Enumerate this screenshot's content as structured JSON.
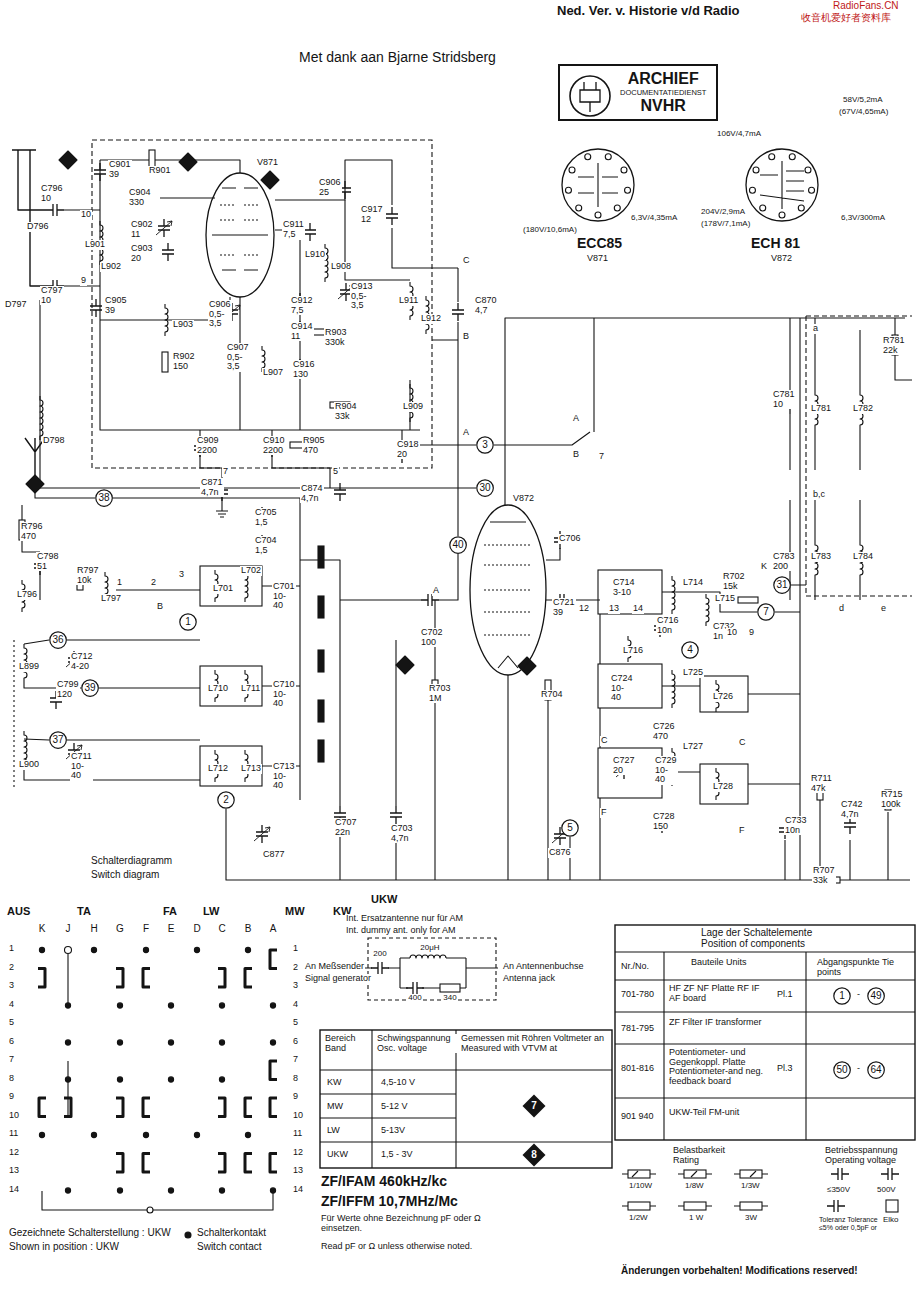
{
  "diagram": {
    "nodes": [
      {
        "text": [
          "ARCHIEF",
          "DOCUMENTATIEDIENST",
          "NVHR"
        ]
      },
      {
        "text": [
          "38"
        ]
      },
      {
        "text": [
          "36"
        ]
      },
      {
        "text": [
          "39"
        ]
      },
      {
        "text": [
          "37"
        ]
      },
      {
        "text": [
          "1"
        ]
      },
      {
        "text": [
          "2"
        ]
      },
      {
        "text": [
          "40"
        ]
      },
      {
        "text": [
          "3"
        ]
      },
      {
        "text": [
          "30"
        ]
      },
      {
        "text": [
          "7"
        ]
      },
      {
        "text": [
          "31"
        ]
      },
      {
        "text": [
          "4"
        ]
      },
      {
        "text": [
          "5"
        ]
      },
      {
        "text": [
          "1"
        ]
      },
      {
        "text": [
          "49"
        ]
      },
      {
        "text": [
          "50"
        ]
      },
      {
        "text": [
          "64"
        ]
      },
      {
        "text": [
          "7"
        ]
      },
      {
        "text": [
          "8"
        ]
      }
    ],
    "labels": [
      "Ned. Ver. v. Historie v/d Radio",
      "Met dank aan Bjarne Stridsberg",
      "RadioFans.CN",
      "收音机爱好者资料库",
      "ECC85",
      "V871",
      "ECH 81",
      "V872",
      "(180V/10,6mA)",
      "6,3V/4,35mA",
      "106V/4,7mA",
      "58V/5,2mA",
      "(67V/4,65mA)",
      "204V/2,9mA",
      "(178V/7,1mA)",
      "6,3V/300mA",
      "C901 39",
      "R901",
      "C904 330",
      "C902 11",
      "C903 20",
      "L901",
      "L902",
      "C905 39",
      "L903",
      "R902 150",
      "V871",
      "C906 25",
      "C917 12",
      "C911 7,5",
      "L910",
      "L908",
      "C913 0,5-3,5",
      "C906 0,5-3,5",
      "C912 7,5",
      "C914 11",
      "R903 330k",
      "C907 0,5-3,5",
      "L907",
      "C916 130",
      "R904 33k",
      "L911",
      "L912",
      "C870 4,7",
      "L909",
      "C918 20",
      "R905 470",
      "C909 2200",
      "C910 2200",
      "C871 4,7n",
      "C874 4,7n",
      "C796 10",
      "C797 10",
      "D796",
      "D797",
      "D798",
      "10",
      "9",
      "C",
      "B",
      "A",
      "7",
      "5",
      "R796 470",
      "C798 51",
      "L796",
      "R797 10k",
      "L797",
      "1",
      "2",
      "3",
      "B",
      "L701",
      "L702",
      "C701 10-40",
      "C705 1,5",
      "C704 1,5",
      "L899",
      "C712 4-20",
      "C799 120",
      "L710",
      "L711",
      "C710 10-40",
      "L900",
      "C711 10-40",
      "L712",
      "L713",
      "C713 10-40",
      "C877",
      "C707 22n",
      "C703 4,7n",
      "C702 100",
      "R703 1M",
      "V872",
      "C721 39",
      "C706",
      "R704",
      "C714 3-10",
      "L714",
      "L715",
      "C716 10n",
      "C732 1n",
      "L716",
      "R702 15k",
      "L725",
      "C724 10-40",
      "C726 470",
      "L726",
      "C729 10-40",
      "C727 20",
      "L727",
      "L728",
      "C728 150",
      "C876",
      "C733 10n",
      "R711 47k",
      "C742 4,7n",
      "R715 100k",
      "R707 33k",
      "C781 10",
      "L781",
      "L782",
      "R781 22k",
      "C783 200",
      "L783",
      "L784",
      "a",
      "b,c",
      "d",
      "e",
      "K",
      "A",
      "B",
      "7",
      "A",
      "12",
      "13",
      "14",
      "C",
      "F",
      "10",
      "9",
      "C",
      "F",
      "Schalterdiagramm",
      "Switch diagram",
      "AUS",
      "TA",
      "FA",
      "LW",
      "MW",
      "KW",
      "UKW",
      "K",
      "J",
      "H",
      "G",
      "F",
      "E",
      "D",
      "C",
      "B",
      "A",
      "1",
      "2",
      "3",
      "4",
      "5",
      "6",
      "7",
      "8",
      "9",
      "10",
      "11",
      "12",
      "13",
      "14",
      "1",
      "2",
      "3",
      "4",
      "5",
      "6",
      "7",
      "8",
      "9",
      "10",
      "11",
      "12",
      "13",
      "14",
      "Gezeichnete Schalterstellung : UKW",
      "Shown in position : UKW",
      "Schalterkontakt",
      "Switch contact",
      "Int. Ersatzantenne nur für AM",
      "Int. dummy ant. only for AM",
      "200",
      "20μH",
      "400",
      "340",
      "An Meßsender",
      "Signal generator",
      "An Antennenbuchse",
      "Antenna jack",
      "Bereich Band",
      "Schwingspannung Osc. voltage",
      "Gemessen mit Röhren Voltmeter an Measured with VTVM at",
      "KW",
      "4,5-10 V",
      "MW",
      "5-12 V",
      "LW",
      "5-13V",
      "UKW",
      "1,5 - 3V",
      "ZF/IFAM 460kHz/kc",
      "ZF/IFFM 10,7MHz/Mc",
      "Für Werte ohne Bezeichnung pF oder Ω einsetzen.",
      "Read pF or Ω unless otherwise noted.",
      "Lage der Schaltelemente Position of components",
      "Nr./No.",
      "Bauteile Units",
      "Abgangspunkte Tie points",
      "701-780",
      "HF ZF NF Platte RF IF AF board",
      "Pl.1",
      "-",
      "781-795",
      "ZF Filter IF transformer",
      "801-816",
      "Potentiometer- und Gegenkoppl. Platte Potentiometer-and neg. feedback board",
      "Pl.3",
      "-",
      "901 940",
      "UKW-Teil FM-unit",
      "Belastbarkeit Rating",
      "1/10W",
      "1/8W",
      "1/3W",
      "1/2W",
      "1 W",
      "3W",
      "Betriebsspannung Operating voltage",
      "≤350V",
      "500V",
      "Toleranz Tolerance ≤5% oder 0,5pF or",
      "Elko",
      "Änderungen vorbehalten! Modifications reserved!"
    ]
  }
}
